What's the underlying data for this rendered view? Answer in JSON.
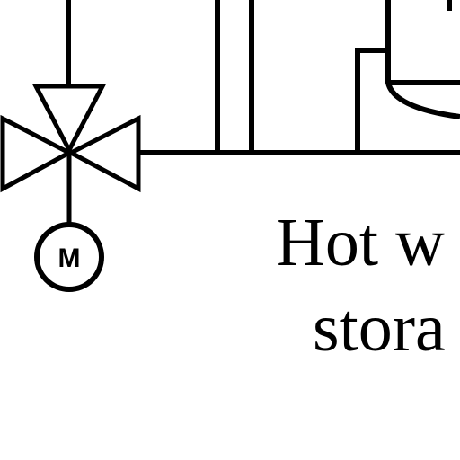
{
  "diagram": {
    "motor_label": "M",
    "tank_label_line1": "Hot w",
    "tank_label_line2": "stora",
    "colors": {
      "stroke": "#000000",
      "background": "#ffffff"
    }
  },
  "icons": {
    "valve": "three-way-valve-icon",
    "motor": "motor-actuator-icon",
    "tank": "hot-water-storage-tank"
  }
}
